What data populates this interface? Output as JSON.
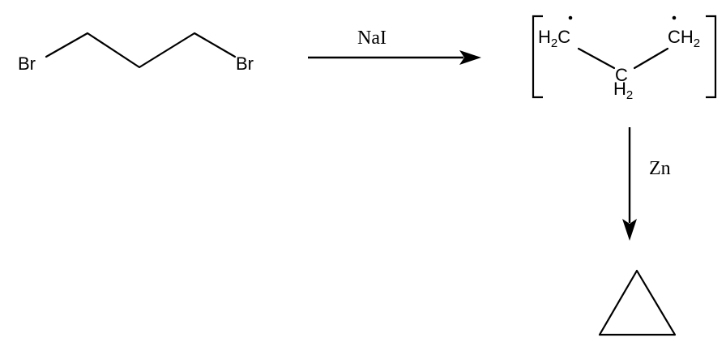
{
  "reactant": {
    "left_atom": "Br",
    "right_atom": "Br"
  },
  "step1": {
    "reagent": "NaI"
  },
  "intermediate": {
    "left_group": {
      "main": "H",
      "sub": "2",
      "carbon": "C"
    },
    "center_group": {
      "carbon": "C",
      "main": "H",
      "sub": "2"
    },
    "right_group": {
      "carbon": "C",
      "main": "H",
      "sub": "2"
    }
  },
  "step2": {
    "reagent": "Zn"
  },
  "product": {
    "shape": "triangle-ring"
  }
}
